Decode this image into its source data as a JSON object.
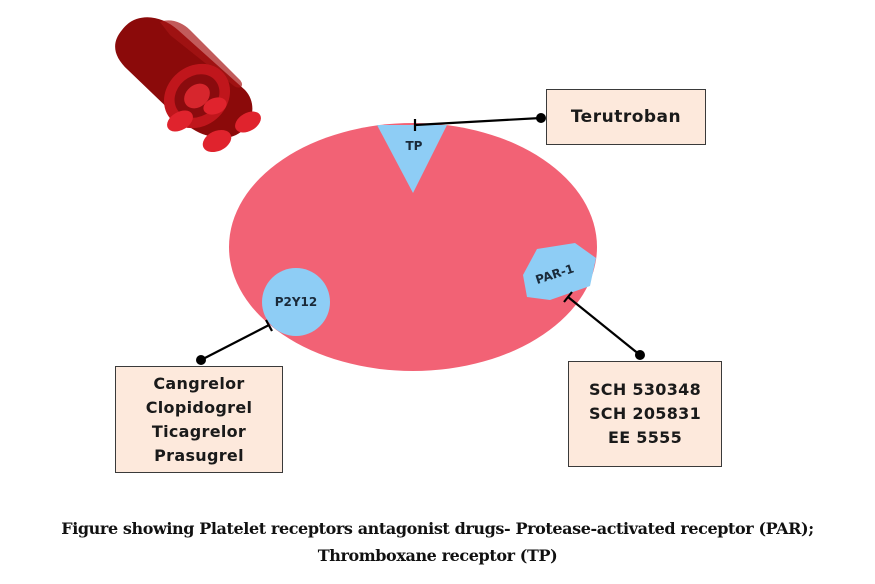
{
  "receptors": {
    "tp": {
      "label": "TP"
    },
    "p2y12": {
      "label": "P2Y12"
    },
    "par1": {
      "label": "PAR-1"
    }
  },
  "drugs": {
    "tp": [
      "Terutroban"
    ],
    "p2y12": [
      "Cangrelor",
      "Clopidogrel",
      "Ticagrelor",
      "Prasugrel"
    ],
    "par1": [
      "SCH 530348",
      "SCH 205831",
      "EE 5555"
    ]
  },
  "caption": {
    "line1": "Figure  showing Platelet receptors antagonist drugs-  Protease-activated receptor (PAR);",
    "line2": "Thromboxane receptor (TP)"
  },
  "colors": {
    "platelet": "#f26275",
    "receptor": "#8ecdf5",
    "box_fill": "#fde9dc",
    "blood_vessel": "#8b0a0a",
    "red_cell": "#e0232d"
  },
  "icons": {
    "vessel": "blood-vessel-icon",
    "cells": "red-blood-cell-icon"
  }
}
